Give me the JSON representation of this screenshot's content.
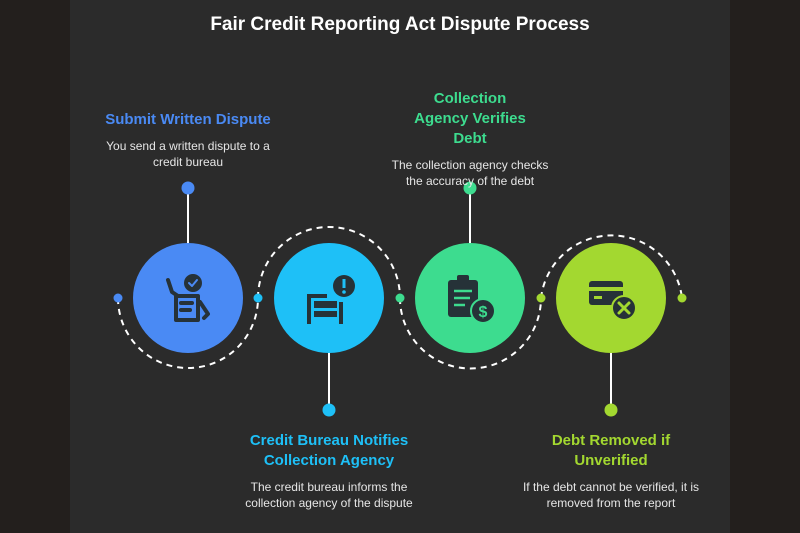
{
  "title": "Fair Credit Reporting Act Dispute Process",
  "steps": [
    {
      "title": "Submit Written Dispute",
      "description": "You send a written dispute to a credit bureau",
      "color": "#4a8af4",
      "icon": "hand-document-check-icon"
    },
    {
      "title": "Credit Bureau Notifies Collection Agency",
      "description": "The credit bureau informs the collection agency of the dispute",
      "color": "#1ec0f7",
      "icon": "notice-alert-icon"
    },
    {
      "title": "Collection Agency Verifies Debt",
      "description": "The collection agency checks the accuracy of the debt",
      "color": "#3ddc8f",
      "icon": "clipboard-dollar-icon"
    },
    {
      "title": "Debt Removed if Unverified",
      "description": "If the debt cannot be verified, it is removed from the report",
      "color": "#a3d830",
      "icon": "card-remove-icon"
    }
  ]
}
